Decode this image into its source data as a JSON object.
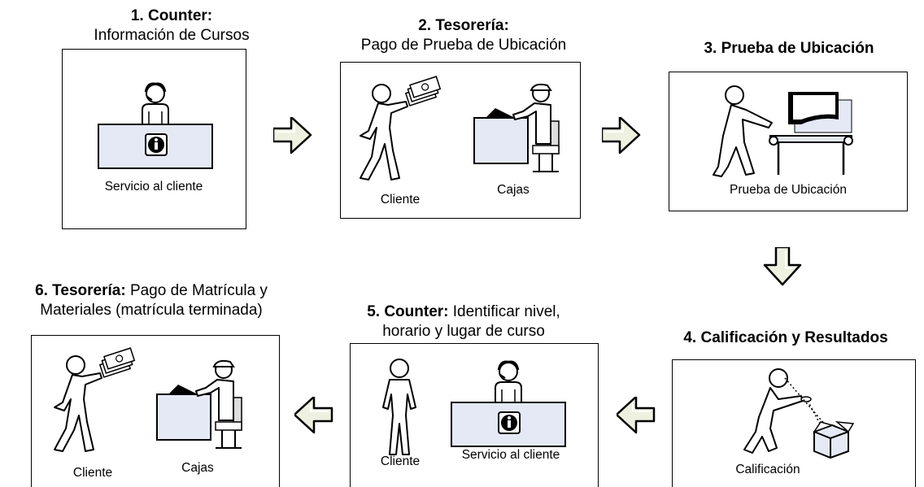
{
  "steps": [
    {
      "number_title": "1. Counter:",
      "title_rest": "Información de Cursos",
      "labels": [
        "Servicio al cliente"
      ],
      "icons": [
        "receptionist-icon",
        "info-desk-icon"
      ]
    },
    {
      "number_title": "2. Tesorería:",
      "title_rest": "Pago de Prueba de Ubicación",
      "labels": [
        "Cliente",
        "Cajas"
      ],
      "icons": [
        "client-with-money-icon",
        "cashier-icon"
      ]
    },
    {
      "number_title": "3. Prueba de Ubicación",
      "title_rest": "",
      "labels": [
        "Prueba de Ubicación"
      ],
      "icons": [
        "person-at-computer-icon"
      ]
    },
    {
      "number_title": "4. Calificación y Resultados",
      "title_rest": "",
      "labels": [
        "Calificación"
      ],
      "icons": [
        "person-with-box-icon"
      ]
    },
    {
      "number_title": "5. Counter:",
      "title_rest": "Identificar nivel,",
      "title_line2": "horario y lugar de curso",
      "labels": [
        "Cliente",
        "Servicio al cliente"
      ],
      "icons": [
        "standing-client-icon",
        "receptionist-icon",
        "info-desk-icon"
      ]
    },
    {
      "number_title": "6. Tesorería:",
      "title_rest": "Pago de Matrícula y",
      "title_line2": "Materiales (matrícula terminada)",
      "labels": [
        "Cliente",
        "Cajas"
      ],
      "icons": [
        "client-with-money-icon",
        "cashier-icon"
      ]
    }
  ],
  "arrows": [
    "arrow-right-icon",
    "arrow-right-icon",
    "arrow-down-icon",
    "arrow-left-icon",
    "arrow-left-icon"
  ],
  "colors": {
    "fill": "#e4e9f5",
    "stroke": "#000000",
    "arrow_fill": "#eef0e0"
  }
}
